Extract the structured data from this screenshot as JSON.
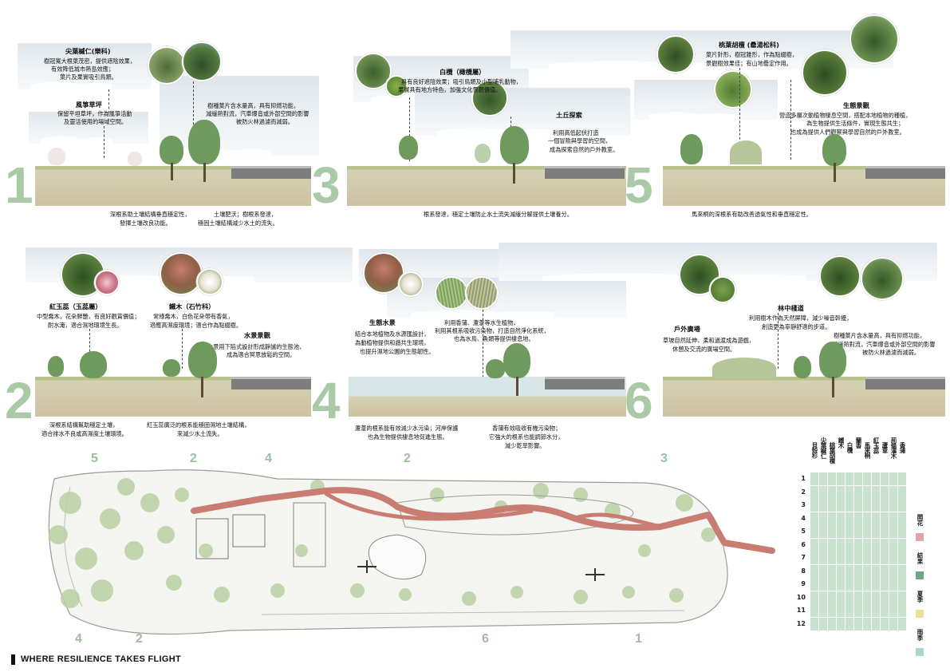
{
  "footer_title": "WHERE RESILIENCE TAKES FLIGHT",
  "panels": [
    {
      "num": "1",
      "labels": [
        {
          "title": "尖葉槭仁(樂科)",
          "lines": [
            "樹冠寬大根葉茂密，提供遮陰效果，",
            "有效降低城市熱島效應；",
            "葉片及果實吸引鳥類。"
          ]
        },
        {
          "title": "風箏草坪",
          "lines": [
            "保留平坦草坪，作為風箏活動",
            "及靈活使用的場域空間。"
          ]
        },
        {
          "title": "",
          "lines": [
            "樹種葉片含水量高，具有抑燃功能，",
            "減緩熱對流，汽車爆音或外部空間的影響",
            "被防火林過濾而減弱。"
          ]
        }
      ],
      "bottom": [
        "深根系助土壤結構垂直穩定性，",
        "發揮土壤改良功能。",
        "土壤肥沃；樹根系發達，",
        "穩固土壤結構減少水土的流失。"
      ]
    },
    {
      "num": "3",
      "labels": [
        {
          "title": "白欖（橄欖屬）",
          "lines": [
            "具有良好遮陰效果；吸引鳥類及小型哺乳動物，",
            "果實具有地方特色，加強文化景觀價值。"
          ]
        },
        {
          "title": "土丘探索",
          "lines": [
            "利用高低起伏打造",
            "一個冒險與學習的空間，",
            "成為探索自然的戶外教室。"
          ]
        }
      ],
      "bottom": [
        "根系發達，穩定土壤防止水土流失減緩分解提供土壤養分。"
      ]
    },
    {
      "num": "5",
      "labels": [
        {
          "title": "桃葉胡檀 (罍湯松科)",
          "lines": [
            "葉片針形，樹冠錐形，作為點綴樹，",
            "景觀樹效果佳；有山地罍定作用。"
          ]
        },
        {
          "title": "生態景觀",
          "lines": [
            "營造多層次動植物棲息空間，搭配本地植物的種植，",
            "為生物提供生活條件，實現生態共生；",
            "也成為提供人們觀察與學習自然的戶外教室。"
          ]
        }
      ],
      "bottom": [
        "馬來桐的深根系有助改善透氣性和垂直穩定性。"
      ]
    },
    {
      "num": "2",
      "labels": [
        {
          "title": "紅玉蕊（玉蕊屬）",
          "lines": [
            "中型喬木，花朵鮮艷，有良好觀賞價值；",
            "耐水淹，適合濕地環境生長。"
          ]
        },
        {
          "title": "鐵木（石竹科）",
          "lines": [
            "常綠喬木，白色花朵帶有香氣，",
            "適應高濕度環境；適合作為點綴樹。"
          ]
        },
        {
          "title": "水景景觀",
          "lines": [
            "水景用下陷式設計形成靜謐的生態池，",
            "成為適合冥思放鬆的空間。"
          ]
        }
      ],
      "bottom": [
        "深根系結構幫助穩定土壤，",
        "適合排水不良或高濕度土壤環境。",
        "紅玉蕊廣泛的根系能穩固濕地土壤結構，",
        "來減少水土流失。"
      ]
    },
    {
      "num": "4",
      "labels": [
        {
          "title": "生態水景",
          "lines": [
            "結合本地植物及水源匯設計，",
            "為動植物提供和諧共生環境，",
            "也提升濕地公園的生態韌性。"
          ]
        },
        {
          "title": "",
          "lines": [
            "利用香蒲、蘆葦等水生植物，",
            "利用其根系吸收污染物，打造自然淨化系統，",
            "也為水鳥、魚類等提供棲息地。"
          ]
        }
      ],
      "bottom": [
        "蘆葦的根系能有效減少水污染；河岸保護",
        "也為生物提供棲息地促進生態。",
        "香蒲有效吸收有機污染物；",
        "它強大的根系也能調節水分，",
        "減少乾旱影響。"
      ]
    },
    {
      "num": "6",
      "labels": [
        {
          "title": "林中棧道",
          "lines": [
            "利用樹木作為天然屏障，減少噪音幹擾，",
            "創造更為寧靜舒適的步道。"
          ]
        },
        {
          "title": "戶外廣場",
          "lines": [
            "草坡自然延伸，柔和過渡成為遊戲，",
            "休憩及交流的廣場空間。"
          ]
        },
        {
          "title": "",
          "lines": [
            "樹種葉片含水量高，具有抑燃功能，",
            "減緩熱對流，汽車爆音或外部空間的影響",
            "被防火林過濾而減弱。"
          ]
        }
      ]
    }
  ],
  "map_numbers": [
    "5",
    "2",
    "4",
    "2",
    "3",
    "4",
    "2",
    "6",
    "1"
  ],
  "legend": {
    "species": [
      "貝殼杉",
      "尖葉槭仁",
      "桃葉胡檀",
      "鐵木",
      "白欖",
      "蘭香",
      "馬來桐",
      "紅玉蕊",
      "蘆葦",
      "荊條灌木",
      "香蒲"
    ],
    "months": [
      "1",
      "2",
      "3",
      "4",
      "5",
      "6",
      "7",
      "8",
      "9",
      "10",
      "11",
      "12"
    ],
    "keys": [
      {
        "label": "開花",
        "color": "#e4a3a6"
      },
      {
        "label": "結果",
        "color": "#6ea883"
      },
      {
        "label": "夏季",
        "color": "#ecdf9a"
      },
      {
        "label": "雨季",
        "color": "#a9d4d6"
      }
    ],
    "base_color": "#c9e2cf"
  }
}
